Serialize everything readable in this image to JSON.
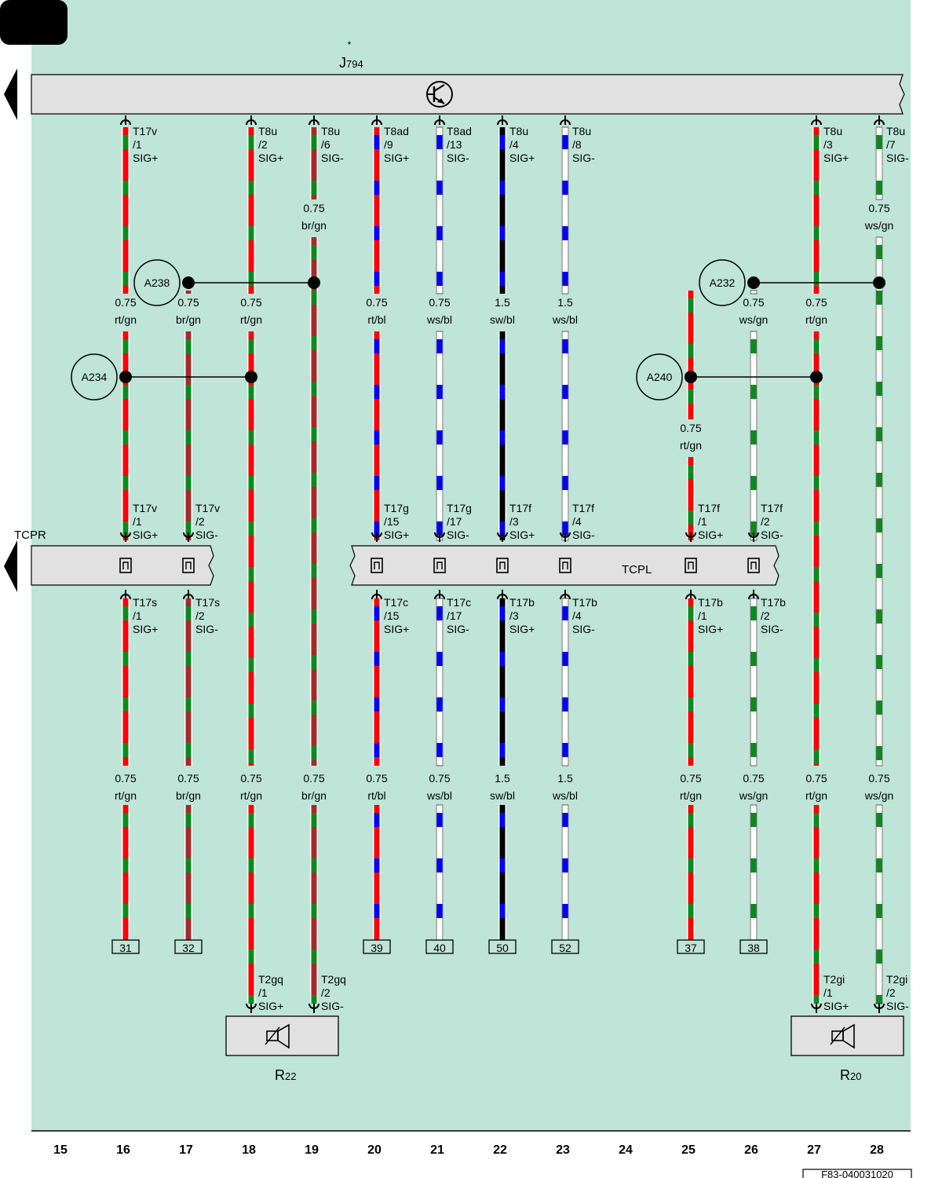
{
  "component_j794": {
    "name": "J",
    "subscript": "794",
    "star": "*"
  },
  "bus_left": {
    "label": "TCPR"
  },
  "bus_right": {
    "label": "TCPL"
  },
  "speaker_r22": {
    "name": "R",
    "subscript": "22"
  },
  "speaker_r20": {
    "name": "R",
    "subscript": "20"
  },
  "splices": [
    {
      "id": "A238"
    },
    {
      "id": "A234"
    },
    {
      "id": "A232"
    },
    {
      "id": "A240"
    }
  ],
  "wires": [
    {
      "col": 16,
      "sections": [
        [
          "0.75",
          "rt/gn"
        ],
        [
          "0.75",
          "rt/gn"
        ],
        [
          "0.75",
          "rt/gn"
        ]
      ],
      "top_pin": [
        "T17v",
        "/1",
        "SIG+"
      ],
      "mid_top_pin": [
        "T17v",
        "/1",
        "SIG+"
      ],
      "mid_bot_pin": [
        "T17s",
        "/1",
        "SIG+"
      ],
      "bottom_box": "31"
    },
    {
      "col": 17,
      "sections": [
        [
          "0.75",
          "br/gn"
        ],
        [
          "0.75",
          "br/gn"
        ]
      ],
      "mid_top_pin": [
        "T17v",
        "/2",
        "SIG-"
      ],
      "mid_bot_pin": [
        "T17s",
        "/2",
        "SIG-"
      ],
      "bottom_box": "32"
    },
    {
      "col": 18,
      "sections": [
        [
          "0.75",
          "rt/gn"
        ],
        [
          "0.75",
          "rt/gn"
        ]
      ],
      "top_pin": [
        "T8u",
        "/2",
        "SIG+"
      ],
      "bottom_pin": [
        "T2gq",
        "/1",
        "SIG+"
      ]
    },
    {
      "col": 19,
      "sections": [
        [
          "0.75",
          "br/gn"
        ],
        [
          "0.75",
          "br/gn"
        ]
      ],
      "top_pin": [
        "T8u",
        "/6",
        "SIG-"
      ],
      "bottom_pin": [
        "T2gq",
        "/2",
        "SIG-"
      ]
    },
    {
      "col": 20,
      "sections": [
        [
          "0.75",
          "rt/bl"
        ],
        [
          "0.75",
          "rt/bl"
        ]
      ],
      "top_pin": [
        "T8ad",
        "/9",
        "SIG+"
      ],
      "mid_top_pin": [
        "T17g",
        "/15",
        "SIG+"
      ],
      "mid_bot_pin": [
        "T17c",
        "/15",
        "SIG+"
      ],
      "bottom_box": "39"
    },
    {
      "col": 21,
      "sections": [
        [
          "0.75",
          "ws/bl"
        ],
        [
          "0.75",
          "ws/bl"
        ]
      ],
      "top_pin": [
        "T8ad",
        "/13",
        "SIG-"
      ],
      "mid_top_pin": [
        "T17g",
        "/17",
        "SIG-"
      ],
      "mid_bot_pin": [
        "T17c",
        "/17",
        "SIG-"
      ],
      "bottom_box": "40"
    },
    {
      "col": 22,
      "sections": [
        [
          "1.5",
          "sw/bl"
        ],
        [
          "1.5",
          "sw/bl"
        ]
      ],
      "top_pin": [
        "T8u",
        "/4",
        "SIG+"
      ],
      "mid_top_pin": [
        "T17f",
        "/3",
        "SIG+"
      ],
      "mid_bot_pin": [
        "T17b",
        "/3",
        "SIG+"
      ],
      "bottom_box": "50"
    },
    {
      "col": 23,
      "sections": [
        [
          "1.5",
          "ws/bl"
        ],
        [
          "1.5",
          "ws/bl"
        ]
      ],
      "top_pin": [
        "T8u",
        "/8",
        "SIG-"
      ],
      "mid_top_pin": [
        "T17f",
        "/4",
        "SIG-"
      ],
      "mid_bot_pin": [
        "T17b",
        "/4",
        "SIG-"
      ],
      "bottom_box": "52"
    },
    {
      "col": 25,
      "sections": [
        [
          "0.75",
          "rt/gn"
        ],
        [
          "0.75",
          "rt/gn"
        ]
      ],
      "mid_top_pin": [
        "T17f",
        "/1",
        "SIG+"
      ],
      "mid_bot_pin": [
        "T17b",
        "/1",
        "SIG+"
      ],
      "bottom_box": "37"
    },
    {
      "col": 26,
      "sections": [
        [
          "0.75",
          "ws/gn"
        ],
        [
          "0.75",
          "ws/gn"
        ]
      ],
      "mid_top_pin": [
        "T17f",
        "/2",
        "SIG-"
      ],
      "mid_bot_pin": [
        "T17b",
        "/2",
        "SIG-"
      ],
      "bottom_box": "38"
    },
    {
      "col": 27,
      "sections": [
        [
          "0.75",
          "rt/gn"
        ],
        [
          "0.75",
          "rt/gn"
        ]
      ],
      "top_pin": [
        "T8u",
        "/3",
        "SIG+"
      ],
      "bottom_pin": [
        "T2gi",
        "/1",
        "SIG+"
      ]
    },
    {
      "col": 28,
      "sections": [
        [
          "0.75",
          "ws/gn"
        ],
        [
          "0.75",
          "ws/gn"
        ]
      ],
      "top_pin": [
        "T8u",
        "/7",
        "SIG-"
      ],
      "bottom_pin": [
        "T2gi",
        "/2",
        "SIG-"
      ]
    }
  ],
  "column_numbers": [
    "15",
    "16",
    "17",
    "18",
    "19",
    "20",
    "21",
    "22",
    "23",
    "24",
    "25",
    "26",
    "27",
    "28"
  ],
  "footer": {
    "code": "F83-040031020"
  },
  "colors": {
    "background": "#bfe4d8",
    "panel": "#e1e1e1",
    "rt": "#ff0000",
    "gn": "#0a8a1e",
    "br": "#a52a2a",
    "bl": "#0000ff",
    "ws": "#ffffff",
    "sw": "#000000"
  }
}
